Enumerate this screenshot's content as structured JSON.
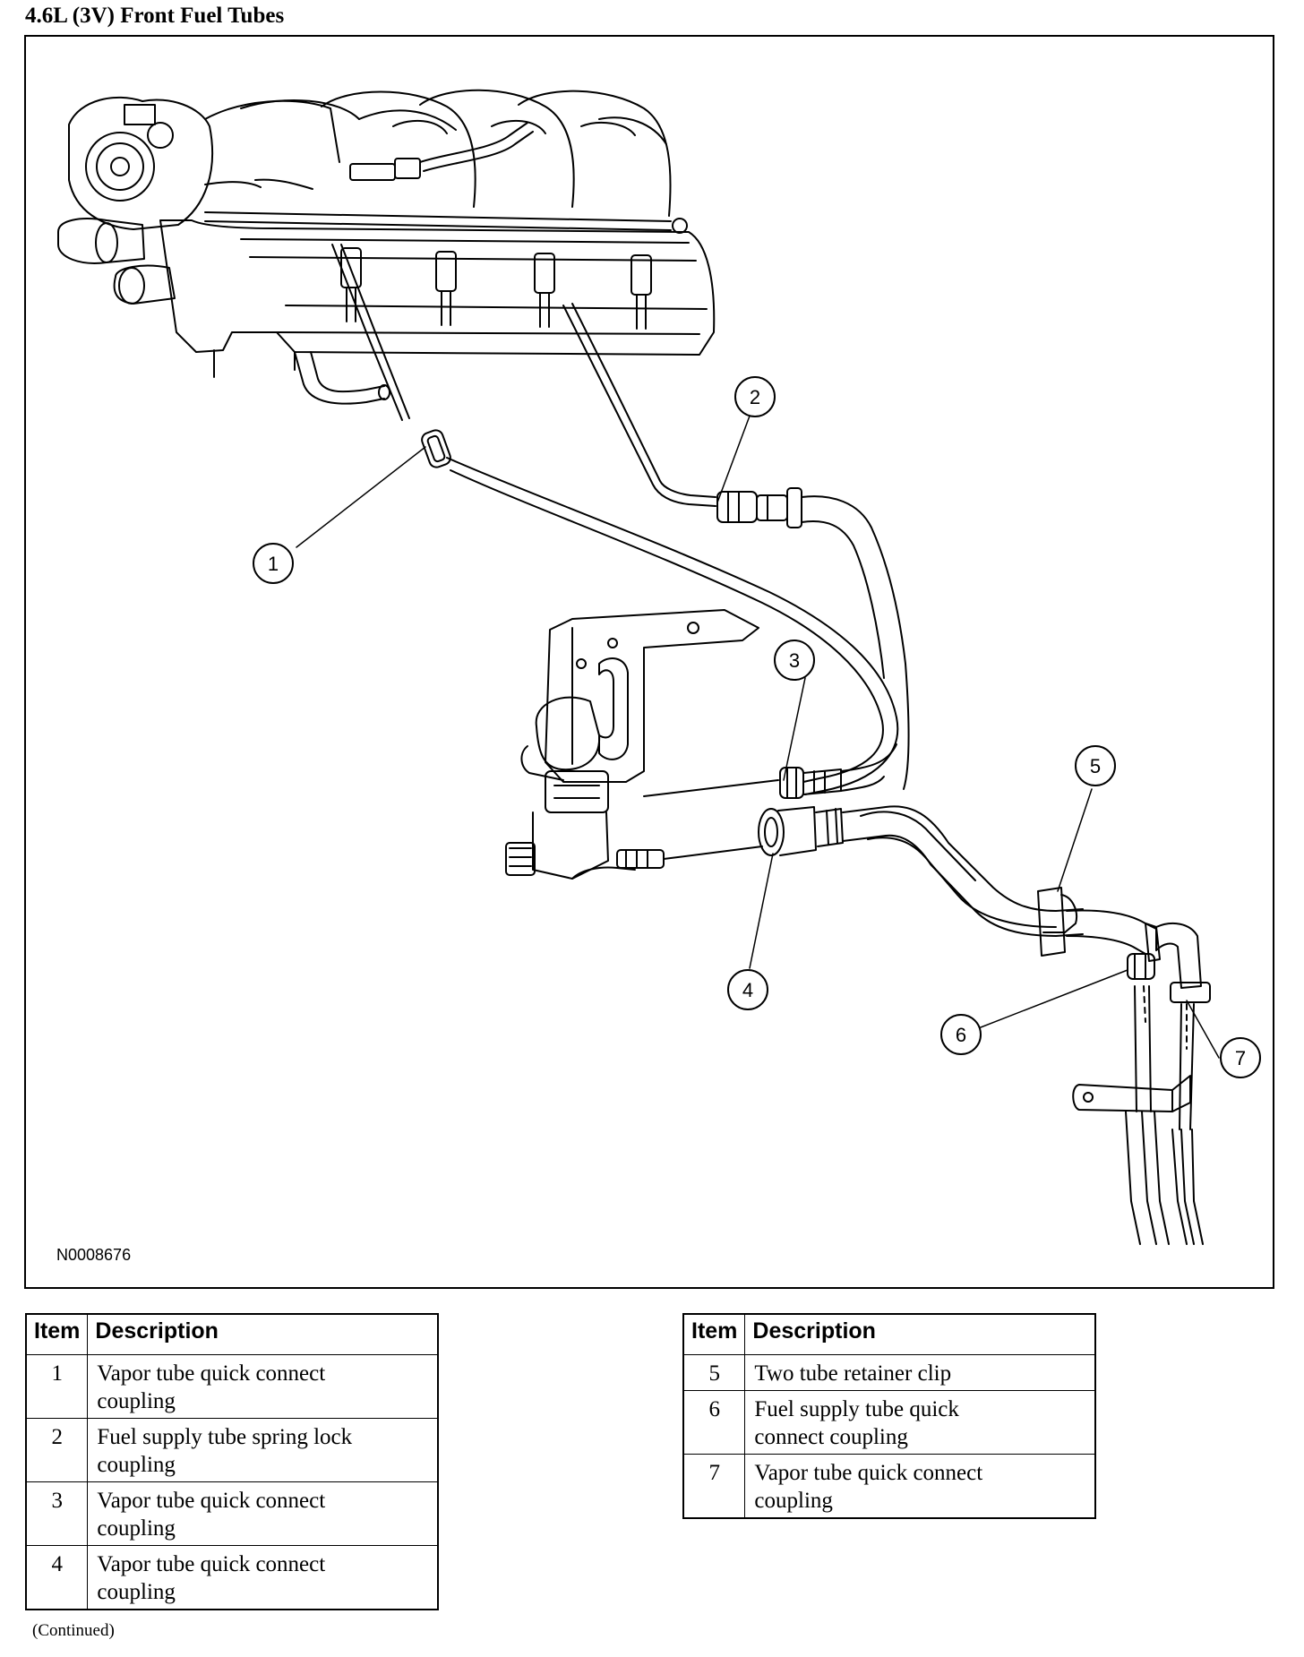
{
  "title": "4.6L (3V) Front Fuel Tubes",
  "figure": {
    "code": "N0008676",
    "callouts": [
      "1",
      "2",
      "3",
      "4",
      "5",
      "6",
      "7"
    ]
  },
  "table_headers": {
    "item": "Item",
    "description": "Description"
  },
  "tables": [
    [
      {
        "item": "1",
        "description": [
          "Vapor tube quick connect",
          "coupling"
        ]
      },
      {
        "item": "2",
        "description": [
          "Fuel supply tube spring lock",
          "coupling"
        ]
      },
      {
        "item": "3",
        "description": [
          "Vapor tube quick connect",
          "coupling"
        ]
      },
      {
        "item": "4",
        "description": [
          "Vapor tube quick connect",
          "coupling"
        ]
      }
    ],
    [
      {
        "item": "5",
        "description": [
          "Two tube retainer clip"
        ]
      },
      {
        "item": "6",
        "description": [
          "Fuel supply tube quick",
          "connect coupling"
        ]
      },
      {
        "item": "7",
        "description": [
          "Vapor tube quick connect",
          "coupling"
        ]
      }
    ]
  ],
  "footer_note": "(Continued)"
}
